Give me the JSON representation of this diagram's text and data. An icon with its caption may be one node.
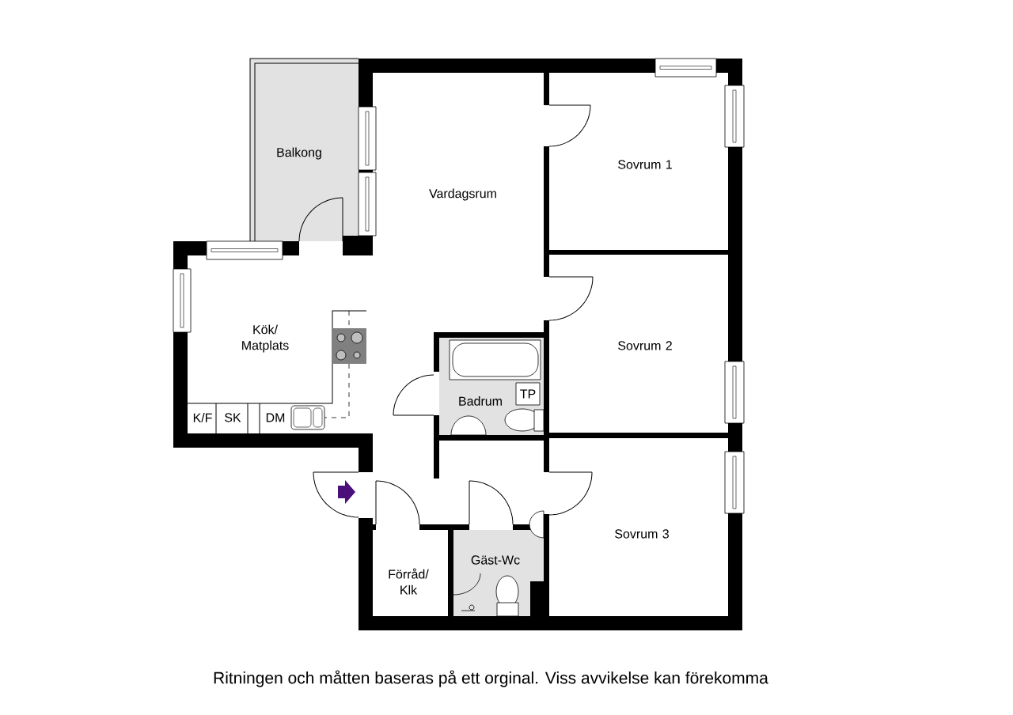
{
  "diagram": {
    "caption": "Ritningen och måtten baseras på ett orginal. Viss avvikelse kan förekomma",
    "nodes": [
      {
        "text": [
          "TP"
        ]
      }
    ],
    "labels": [
      "Balkong",
      "Vardagsrum",
      "Sovrum 1",
      "Kök/ Matplats",
      "Sovrum 2",
      "Badrum",
      "K/F",
      "SK",
      "DM",
      "Gäst-Wc",
      "Förråd/ Klk",
      "Sovrum 3"
    ]
  }
}
